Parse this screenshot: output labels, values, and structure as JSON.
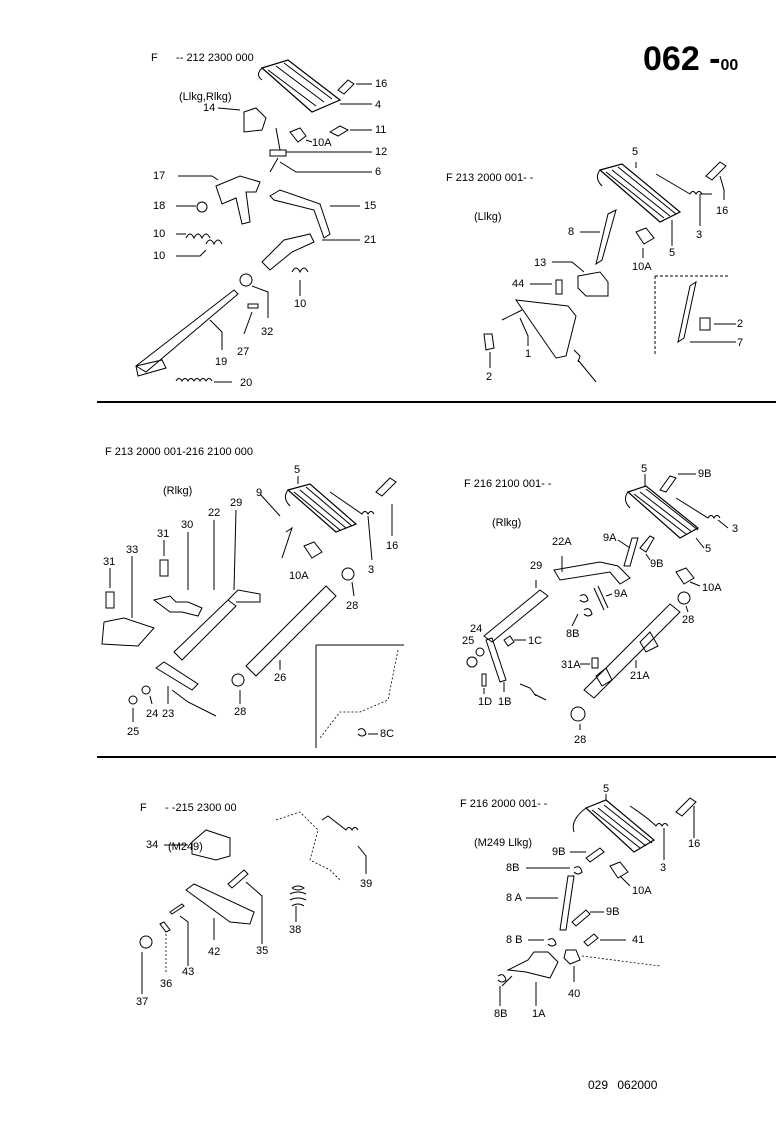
{
  "page": {
    "number": "062",
    "suffix": "00",
    "footer_code": "029  062000"
  },
  "sections": [
    {
      "id": "a",
      "header_line1": "F      -- 212 2300 000",
      "header_line2": "(Llkg,Rlkg)",
      "labels": [
        "16",
        "4",
        "14",
        "11",
        "10A",
        "12",
        "6",
        "17",
        "15",
        "18",
        "10",
        "10",
        "21",
        "10",
        "32",
        "27",
        "19",
        "20"
      ]
    },
    {
      "id": "b",
      "header_line1": "F 213 2000 001- -",
      "header_line2": "(Llkg)",
      "labels": [
        "5",
        "16",
        "3",
        "8",
        "5",
        "10A",
        "13",
        "44",
        "1",
        "2",
        "2",
        "7"
      ]
    },
    {
      "id": "c",
      "header_line1": "F 213 2000 001-216 2100 000",
      "header_line2": "(Rlkg)",
      "labels": [
        "5",
        "9",
        "16",
        "3",
        "10A",
        "31",
        "33",
        "31",
        "30",
        "22",
        "29",
        "28",
        "26",
        "28",
        "24",
        "23",
        "25",
        "8C"
      ]
    },
    {
      "id": "d",
      "header_line1": "F 216 2100 001- -",
      "header_line2": "(Rlkg)",
      "labels": [
        "5",
        "9B",
        "3",
        "5",
        "9A",
        "9B",
        "22A",
        "29",
        "10A",
        "9A",
        "28",
        "8B",
        "24",
        "1C",
        "25",
        "31A",
        "21A",
        "1D",
        "1B",
        "28"
      ]
    },
    {
      "id": "e",
      "header_line1": "F      - -215 2300 00",
      "header_line2": "(M249)",
      "labels": [
        "34",
        "39",
        "35",
        "38",
        "42",
        "43",
        "36",
        "37"
      ]
    },
    {
      "id": "f",
      "header_line1": "F 216 2000 001- -",
      "header_line2": "(M249 Llkg)",
      "labels": [
        "5",
        "16",
        "9B",
        "3",
        "8B",
        "10A",
        "8 A",
        "9B",
        "8 B",
        "41",
        "40",
        "8B",
        "1A"
      ]
    }
  ]
}
